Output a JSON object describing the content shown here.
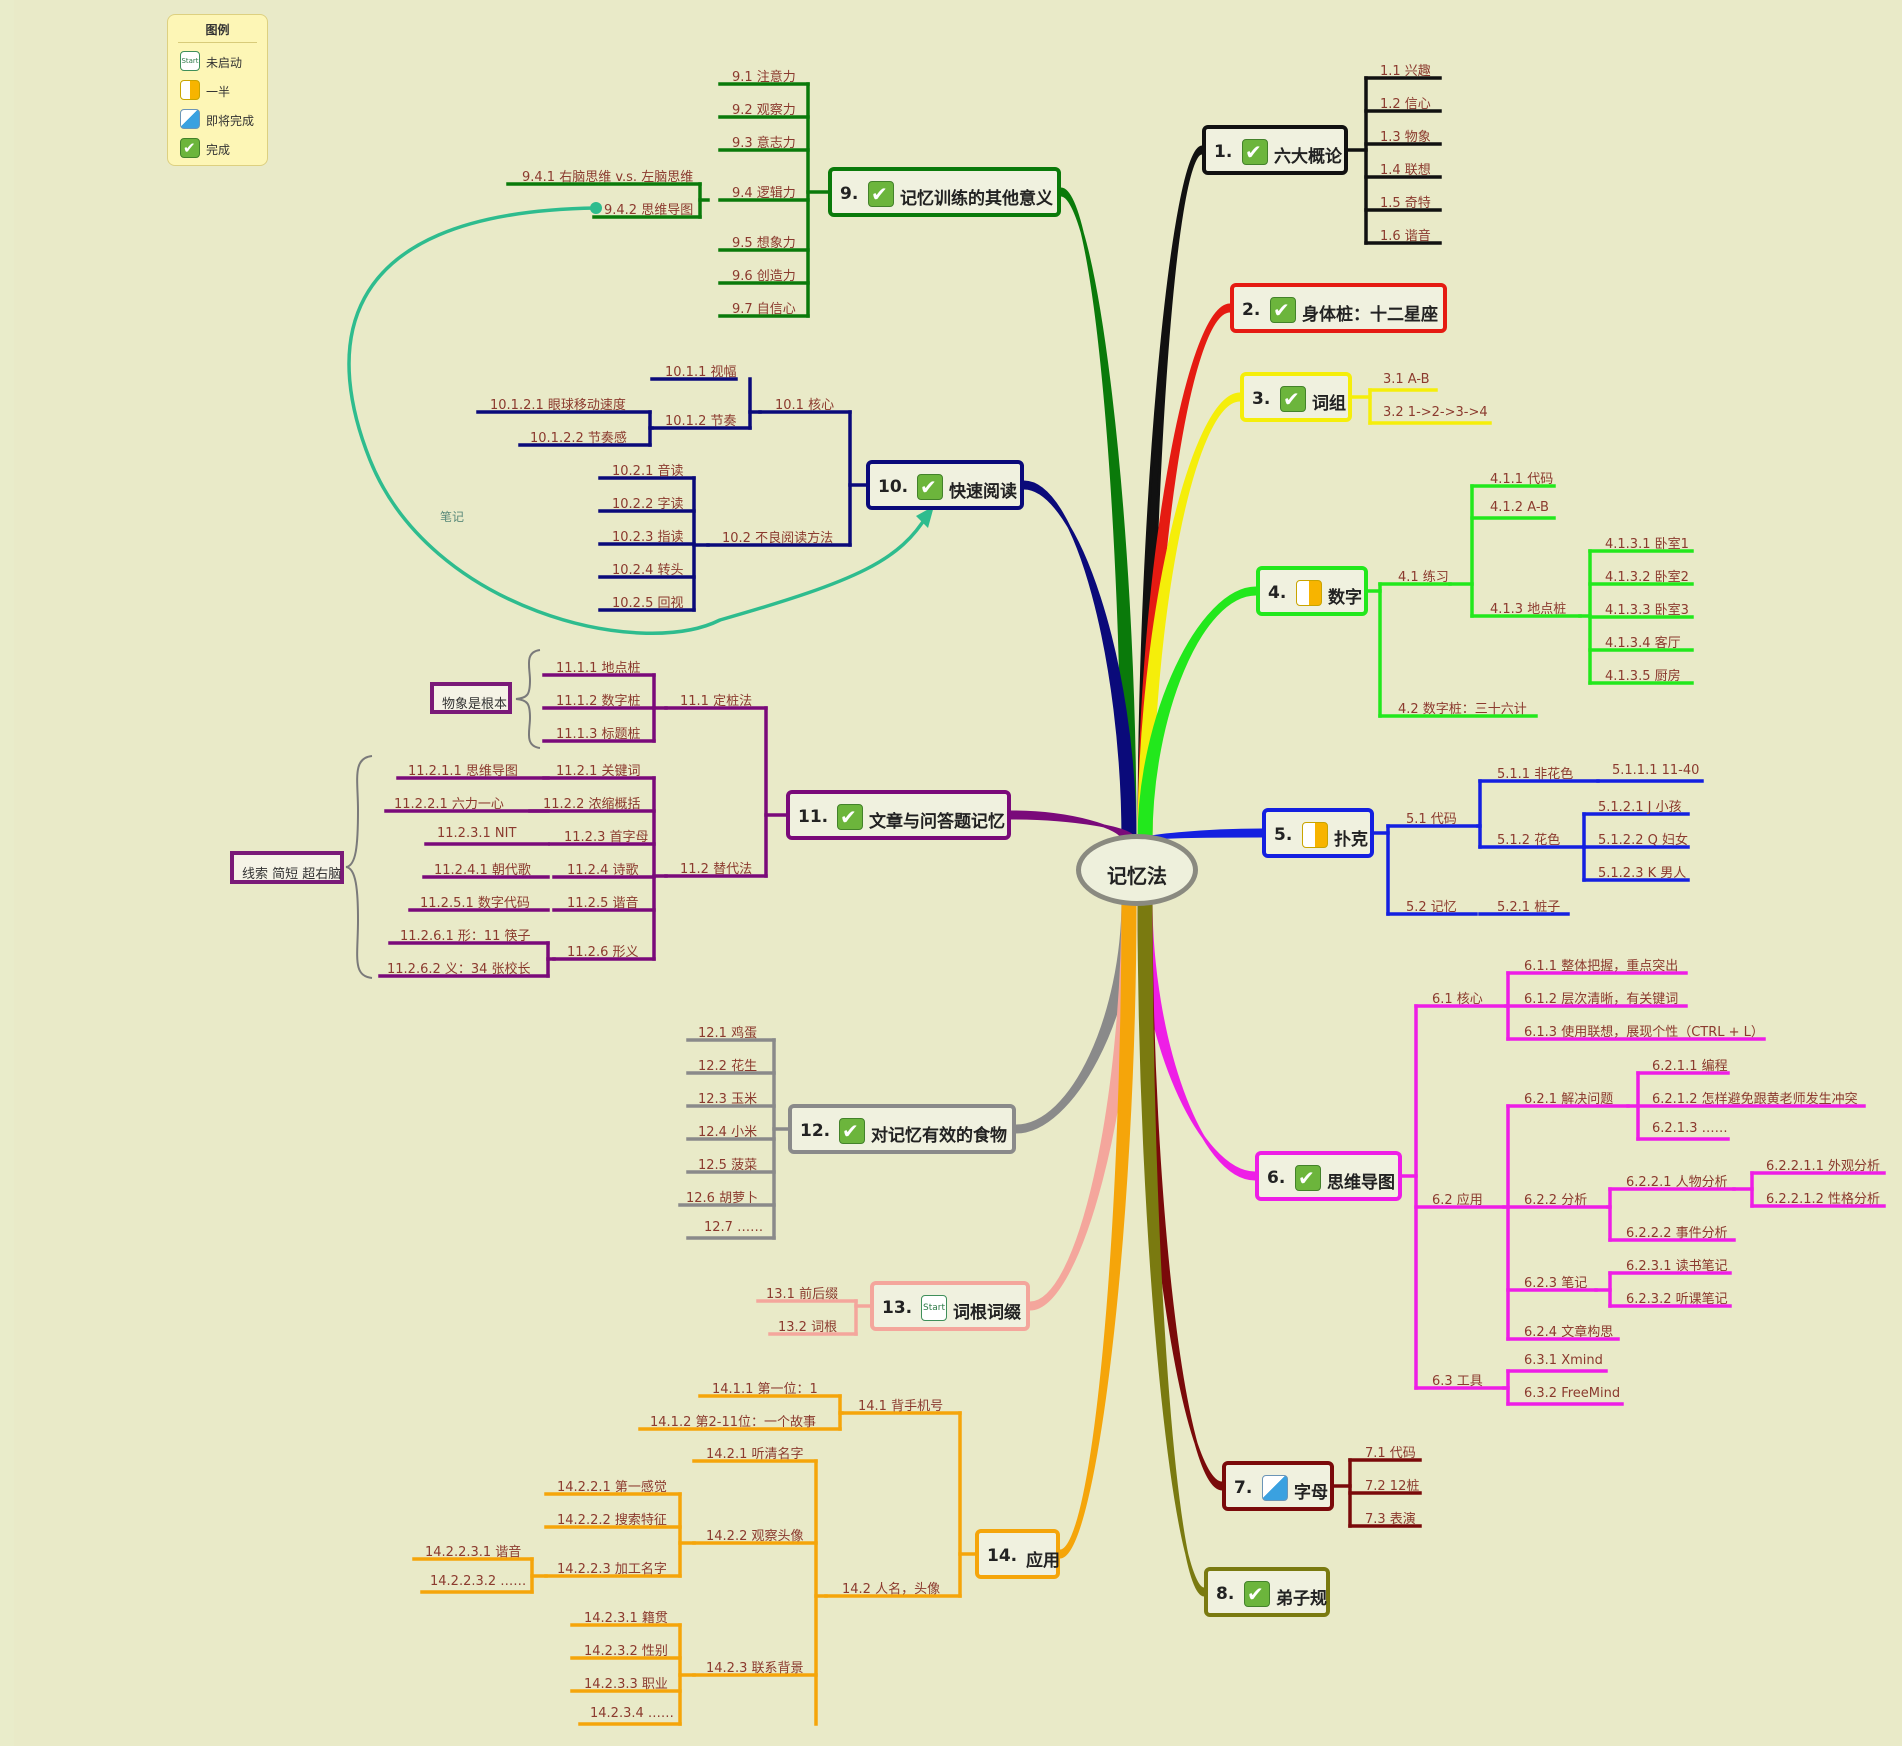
{
  "legend": {
    "title": "图例",
    "items": [
      {
        "icon": "start-icon",
        "label": "未启动"
      },
      {
        "icon": "half-icon",
        "label": "一半"
      },
      {
        "icon": "almost-icon",
        "label": "即将完成"
      },
      {
        "icon": "done-icon",
        "label": "完成"
      }
    ]
  },
  "root": "记忆法",
  "note": "笔记",
  "callouts": {
    "c1": "物象是根本",
    "c2": "线索 简短 超右脑"
  },
  "topics": [
    {
      "id": "t1",
      "num": "1.",
      "label": "六大概论",
      "icon": "done",
      "color": "#111111",
      "children": [
        {
          "label": "1.1 兴趣"
        },
        {
          "label": "1.2 信心"
        },
        {
          "label": "1.3 物象"
        },
        {
          "label": "1.4 联想"
        },
        {
          "label": "1.5 奇特"
        },
        {
          "label": "1.6 谐音"
        }
      ]
    },
    {
      "id": "t2",
      "num": "2.",
      "label": "身体桩：十二星座",
      "icon": "done",
      "color": "#e51b12",
      "children": []
    },
    {
      "id": "t3",
      "num": "3.",
      "label": "词组",
      "icon": "done",
      "color": "#f5ee0a",
      "children": [
        {
          "label": "3.1 A-B"
        },
        {
          "label": "3.2 1->2->3->4"
        }
      ]
    },
    {
      "id": "t4",
      "num": "4.",
      "label": "数字",
      "icon": "half",
      "color": "#22e81c",
      "children": [
        {
          "label": "4.1 练习",
          "children": [
            {
              "label": "4.1.1 代码"
            },
            {
              "label": "4.1.2 A-B"
            },
            {
              "label": "4.1.3 地点桩",
              "children": [
                {
                  "label": "4.1.3.1 卧室1"
                },
                {
                  "label": "4.1.3.2 卧室2"
                },
                {
                  "label": "4.1.3.3 卧室3"
                },
                {
                  "label": "4.1.3.4 客厅"
                },
                {
                  "label": "4.1.3.5 厨房"
                }
              ]
            }
          ]
        },
        {
          "label": "4.2 数字桩：三十六计"
        }
      ]
    },
    {
      "id": "t5",
      "num": "5.",
      "label": "扑克",
      "icon": "half",
      "color": "#1420e0",
      "children": [
        {
          "label": "5.1 代码",
          "children": [
            {
              "label": "5.1.1 非花色",
              "children": [
                {
                  "label": "5.1.1.1 11-40"
                }
              ]
            },
            {
              "label": "5.1.2 花色",
              "children": [
                {
                  "label": "5.1.2.1 J 小孩"
                },
                {
                  "label": "5.1.2.2 Q 妇女"
                },
                {
                  "label": "5.1.2.3 K 男人"
                }
              ]
            }
          ]
        },
        {
          "label": "5.2 记忆",
          "children": [
            {
              "label": "5.2.1 桩子"
            }
          ]
        }
      ]
    },
    {
      "id": "t6",
      "num": "6.",
      "label": "思维导图",
      "icon": "done",
      "color": "#ee1ee6",
      "children": [
        {
          "label": "6.1 核心",
          "children": [
            {
              "label": "6.1.1 整体把握，重点突出"
            },
            {
              "label": "6.1.2 层次清晰，有关键词"
            },
            {
              "label": "6.1.3 使用联想，展现个性（CTRL + L）"
            }
          ]
        },
        {
          "label": "6.2 应用",
          "children": [
            {
              "label": "6.2.1 解决问题",
              "children": [
                {
                  "label": "6.2.1.1 编程"
                },
                {
                  "label": "6.2.1.2 怎样避免跟黄老师发生冲突"
                },
                {
                  "label": "6.2.1.3 ……"
                }
              ]
            },
            {
              "label": "6.2.2 分析",
              "children": [
                {
                  "label": "6.2.2.1 人物分析",
                  "children": [
                    {
                      "label": "6.2.2.1.1 外观分析"
                    },
                    {
                      "label": "6.2.2.1.2 性格分析"
                    }
                  ]
                },
                {
                  "label": "6.2.2.2 事件分析"
                }
              ]
            },
            {
              "label": "6.2.3 笔记",
              "children": [
                {
                  "label": "6.2.3.1 读书笔记"
                },
                {
                  "label": "6.2.3.2 听课笔记"
                }
              ]
            },
            {
              "label": "6.2.4 文章构思"
            }
          ]
        },
        {
          "label": "6.3 工具",
          "children": [
            {
              "label": "6.3.1 Xmind"
            },
            {
              "label": "6.3.2 FreeMind"
            }
          ]
        }
      ]
    },
    {
      "id": "t7",
      "num": "7.",
      "label": "字母",
      "icon": "almost",
      "color": "#7a0a0a",
      "children": [
        {
          "label": "7.1 代码"
        },
        {
          "label": "7.2 12桩"
        },
        {
          "label": "7.3 表演"
        }
      ]
    },
    {
      "id": "t8",
      "num": "8.",
      "label": "弟子规",
      "icon": "done",
      "color": "#7a7a10",
      "children": []
    },
    {
      "id": "t9",
      "num": "9.",
      "label": "记忆训练的其他意义",
      "icon": "done",
      "color": "#0a7a0a",
      "children": [
        {
          "label": "9.1 注意力"
        },
        {
          "label": "9.2 观察力"
        },
        {
          "label": "9.3 意志力"
        },
        {
          "label": "9.4 逻辑力",
          "children": [
            {
              "label": "9.4.1 右脑思维 v.s. 左脑思维"
            },
            {
              "label": "9.4.2 思维导图"
            }
          ]
        },
        {
          "label": "9.5 想象力"
        },
        {
          "label": "9.6 创造力"
        },
        {
          "label": "9.7 自信心"
        }
      ]
    },
    {
      "id": "t10",
      "num": "10.",
      "label": "快速阅读",
      "icon": "done",
      "color": "#0a0a7a",
      "children": [
        {
          "label": "10.1 核心",
          "children": [
            {
              "label": "10.1.1 视幅"
            },
            {
              "label": "10.1.2 节奏",
              "children": [
                {
                  "label": "10.1.2.1 眼球移动速度"
                },
                {
                  "label": "10.1.2.2 节奏感"
                }
              ]
            }
          ]
        },
        {
          "label": "10.2 不良阅读方法",
          "children": [
            {
              "label": "10.2.1 音读"
            },
            {
              "label": "10.2.2 字读"
            },
            {
              "label": "10.2.3 指读"
            },
            {
              "label": "10.2.4 转头"
            },
            {
              "label": "10.2.5 回视"
            }
          ]
        }
      ]
    },
    {
      "id": "t11",
      "num": "11.",
      "label": "文章与问答题记忆",
      "icon": "done",
      "color": "#7a0a7a",
      "children": [
        {
          "label": "11.1 定桩法",
          "children": [
            {
              "label": "11.1.1 地点桩"
            },
            {
              "label": "11.1.2 数字桩"
            },
            {
              "label": "11.1.3 标题桩"
            }
          ]
        },
        {
          "label": "11.2 替代法",
          "children": [
            {
              "label": "11.2.1 关键词",
              "children": [
                {
                  "label": "11.2.1.1 思维导图"
                }
              ]
            },
            {
              "label": "11.2.2 浓缩概括",
              "children": [
                {
                  "label": "11.2.2.1 六力一心"
                }
              ]
            },
            {
              "label": "11.2.3 首字母",
              "children": [
                {
                  "label": "11.2.3.1 NIT"
                }
              ]
            },
            {
              "label": "11.2.4 诗歌",
              "children": [
                {
                  "label": "11.2.4.1 朝代歌"
                }
              ]
            },
            {
              "label": "11.2.5 谐音",
              "children": [
                {
                  "label": "11.2.5.1 数字代码"
                }
              ]
            },
            {
              "label": "11.2.6 形义",
              "children": [
                {
                  "label": "11.2.6.1 形：11 筷子"
                },
                {
                  "label": "11.2.6.2 义：34 张校长"
                }
              ]
            }
          ]
        }
      ]
    },
    {
      "id": "t12",
      "num": "12.",
      "label": "对记忆有效的食物",
      "icon": "done",
      "color": "#8a8a8a",
      "children": [
        {
          "label": "12.1 鸡蛋"
        },
        {
          "label": "12.2 花生"
        },
        {
          "label": "12.3 玉米"
        },
        {
          "label": "12.4 小米"
        },
        {
          "label": "12.5 菠菜"
        },
        {
          "label": "12.6 胡萝卜"
        },
        {
          "label": "12.7 ……"
        }
      ]
    },
    {
      "id": "t13",
      "num": "13.",
      "label": "词根词缀",
      "icon": "start",
      "color": "#f4a69c",
      "children": [
        {
          "label": "13.1 前后缀"
        },
        {
          "label": "13.2 词根"
        }
      ]
    },
    {
      "id": "t14",
      "num": "14.",
      "label": "应用",
      "icon": "none",
      "color": "#f5a50a",
      "children": [
        {
          "label": "14.1 背手机号",
          "children": [
            {
              "label": "14.1.1 第一位：1"
            },
            {
              "label": "14.1.2 第2-11位：一个故事"
            }
          ]
        },
        {
          "label": "14.2 人名，头像",
          "children": [
            {
              "label": "14.2.1 听清名字"
            },
            {
              "label": "14.2.2 观察头像",
              "children": [
                {
                  "label": "14.2.2.1 第一感觉"
                },
                {
                  "label": "14.2.2.2 搜索特征"
                },
                {
                  "label": "14.2.2.3 加工名字",
                  "children": [
                    {
                      "label": "14.2.2.3.1 谐音"
                    },
                    {
                      "label": "14.2.2.3.2 ……"
                    }
                  ]
                }
              ]
            },
            {
              "label": "14.2.3 联系背景",
              "children": [
                {
                  "label": "14.2.3.1 籍贯"
                },
                {
                  "label": "14.2.3.2 性别"
                },
                {
                  "label": "14.2.3.3 职业"
                },
                {
                  "label": "14.2.3.4 ……"
                }
              ]
            }
          ]
        }
      ]
    }
  ]
}
